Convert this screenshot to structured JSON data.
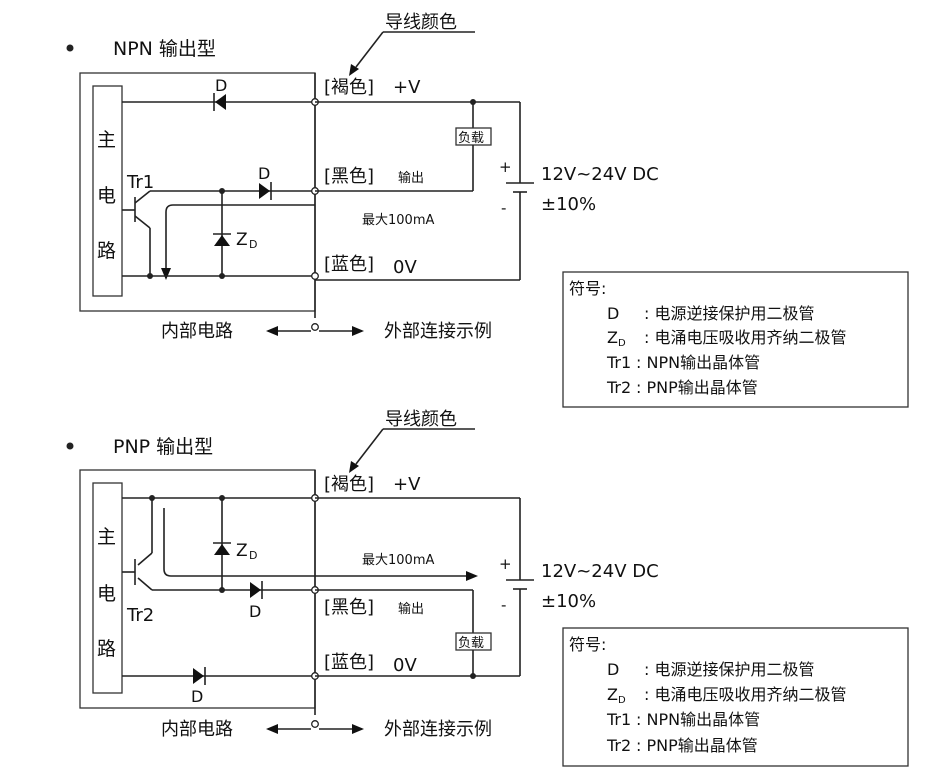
{
  "npn": {
    "heading": "NPN 输出型",
    "wire_color_title": "导线颜色",
    "brown": "[褐色]",
    "vplus": "+V",
    "black": "[黑色]",
    "output": "输出",
    "blue": "[蓝色]",
    "zero_v": "0V",
    "main_circuit": [
      "主",
      "电",
      "路"
    ],
    "transistor": "Tr1",
    "diode": "D",
    "zener": "Z",
    "zener_sub": "D",
    "max_current": "最大100mA",
    "load": "负载",
    "plus": "+",
    "minus": "-",
    "supply_voltage": "12V~24V DC",
    "supply_tolerance": "±10%",
    "internal": "内部电路",
    "external": "外部连接示例"
  },
  "pnp": {
    "heading": "PNP 输出型",
    "wire_color_title": "导线颜色",
    "brown": "[褐色]",
    "vplus": "+V",
    "black": "[黑色]",
    "output": "输出",
    "blue": "[蓝色]",
    "zero_v": "0V",
    "main_circuit": [
      "主",
      "电",
      "路"
    ],
    "transistor": "Tr2",
    "diode": "D",
    "zener": "Z",
    "zener_sub": "D",
    "max_current": "最大100mA",
    "load": "负载",
    "plus": "+",
    "minus": "-",
    "supply_voltage": "12V~24V DC",
    "supply_tolerance": "±10%",
    "internal": "内部电路",
    "external": "外部连接示例"
  },
  "legend": {
    "title": "符号:",
    "rows": [
      {
        "sym": "D",
        "sub": "",
        "desc": ": 电源逆接保护用二极管"
      },
      {
        "sym": "Z",
        "sub": "D",
        "desc": ": 电涌电压吸收用齐纳二极管"
      },
      {
        "sym": "Tr1",
        "sub": "",
        "desc": ": NPN输出晶体管"
      },
      {
        "sym": "Tr2",
        "sub": "",
        "desc": ": PNP输出晶体管"
      }
    ]
  }
}
